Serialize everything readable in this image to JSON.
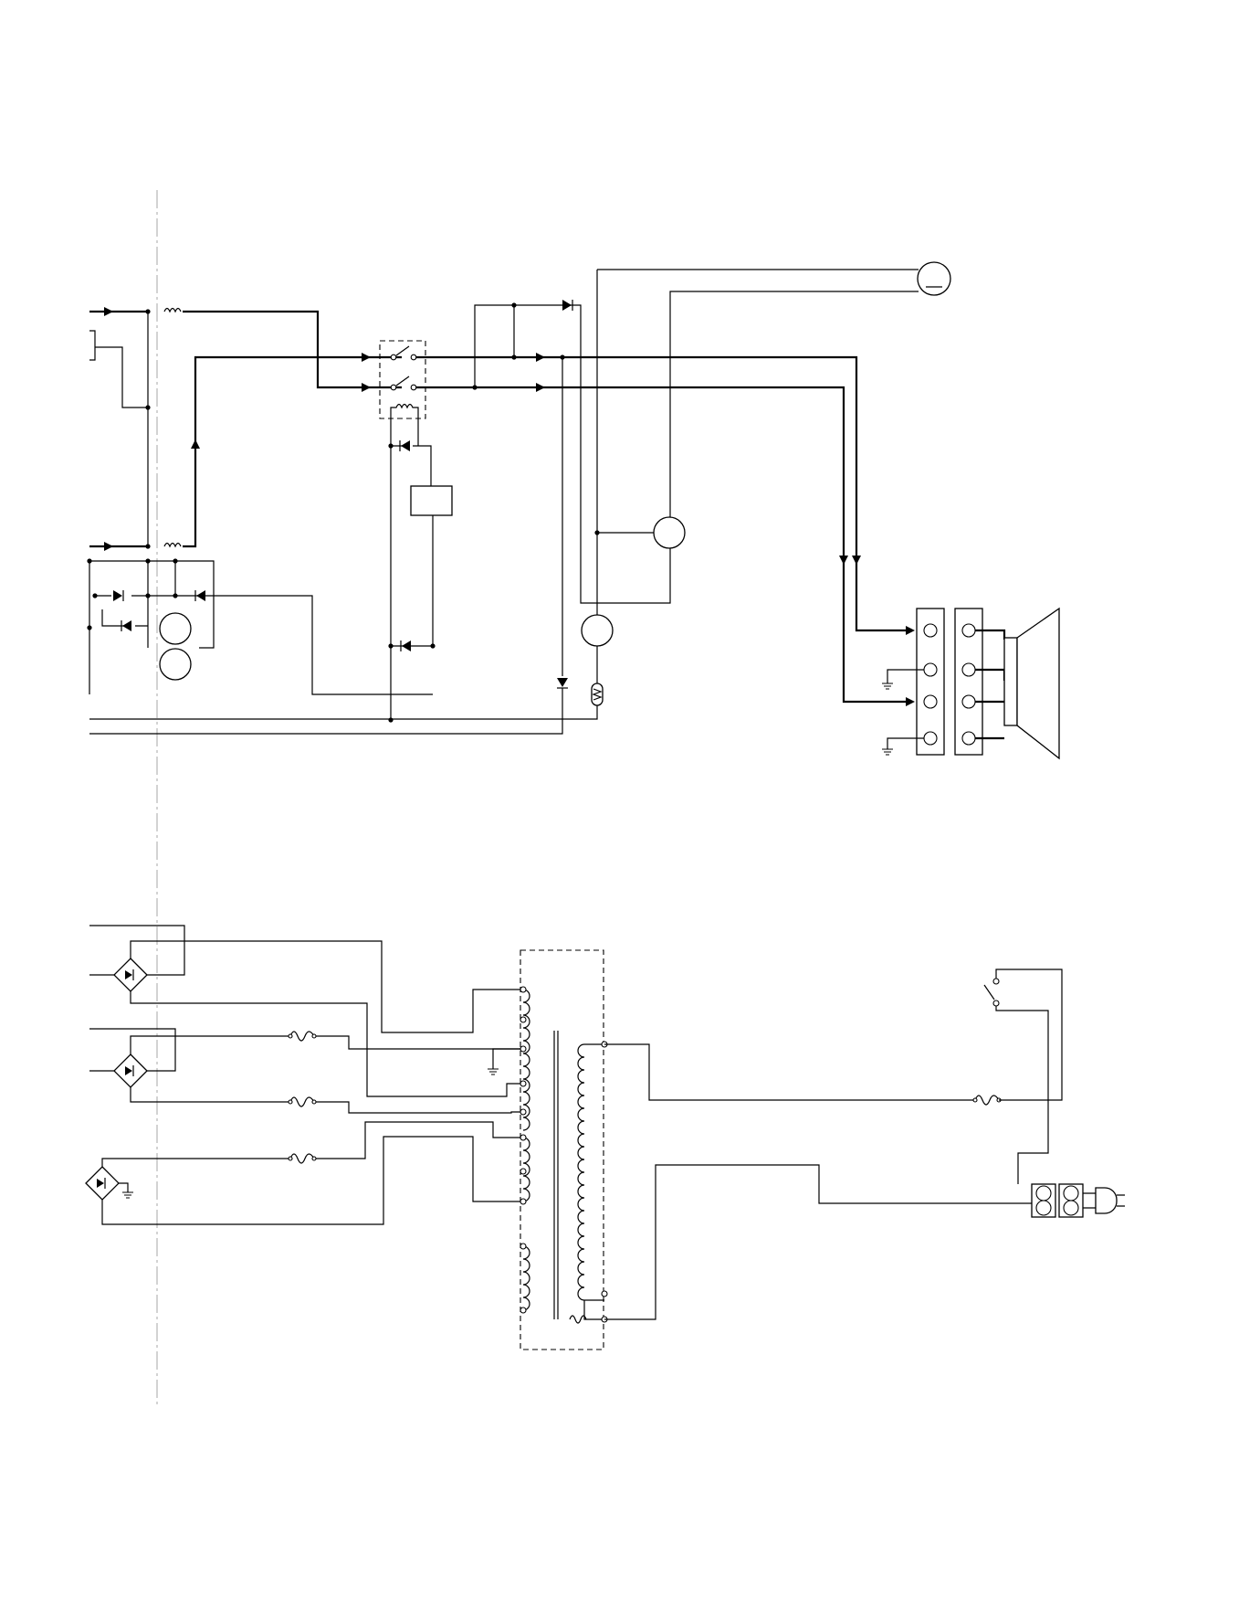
{
  "diagram": {
    "kind": "schematic",
    "texts": [],
    "palette": {
      "line": "#000000",
      "background": "#ffffff",
      "cut_line": "#c8c8c8"
    },
    "sections": [
      {
        "id": "speaker-relay-section",
        "parts": [
          "inductor",
          "inductor",
          "relay",
          "diode",
          "diode",
          "diode",
          "diode",
          "diode",
          "diode",
          "meter-circle",
          "meter-circle",
          "meter-circle",
          "meter-circle",
          "thermistor",
          "speaker-terminal-block",
          "speaker-terminal-block",
          "speaker",
          "lamp-circle"
        ]
      },
      {
        "id": "power-supply-section",
        "parts": [
          "bridge-rectifier",
          "bridge-rectifier",
          "bridge-rectifier",
          "fuse",
          "fuse",
          "fuse",
          "fuse",
          "fuse",
          "power-transformer",
          "power-switch",
          "ac-outlet",
          "ac-outlet",
          "ac-plug"
        ]
      }
    ]
  }
}
